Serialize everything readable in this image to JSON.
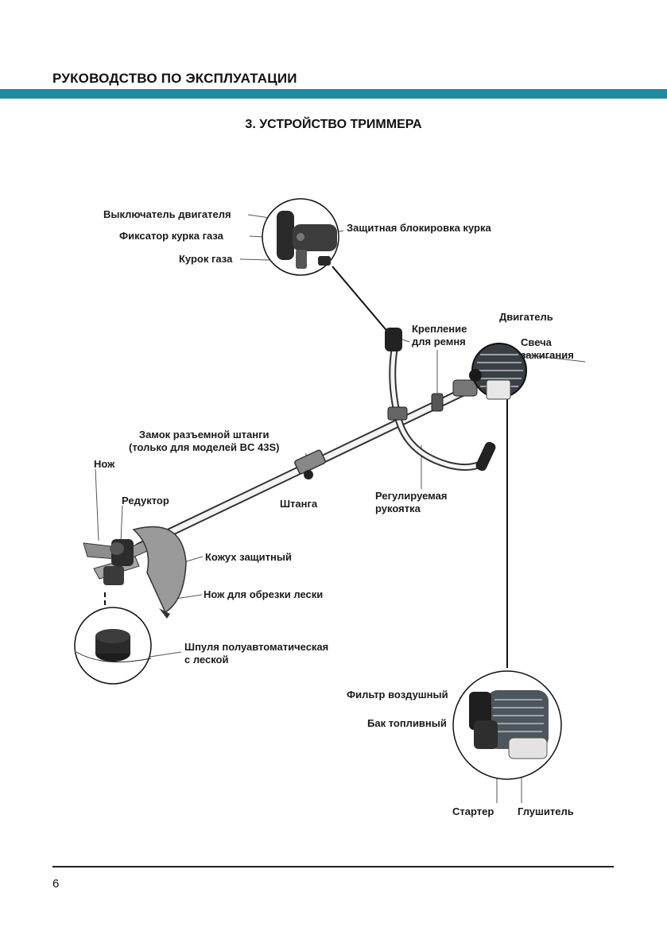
{
  "header": {
    "title": "РУКОВОДСТВО ПО ЭКСПЛУАТАЦИИ"
  },
  "section": {
    "title": "3. УСТРОЙСТВО ТРИММЕРА"
  },
  "labels": {
    "engine_switch": "Выключатель двигателя",
    "throttle_lock": "Фиксатор курка газа",
    "throttle_trigger": "Курок газа",
    "trigger_safety": "Защитная блокировка курка",
    "strap_mount_l1": "Крепление",
    "strap_mount_l2": "для ремня",
    "engine": "Двигатель",
    "spark_plug_l1": "Свеча",
    "spark_plug_l2": "зажигания",
    "shaft_lock_l1": "Замок разъемной штанги",
    "shaft_lock_l2": "(только для моделей BC 43S)",
    "blade": "Нож",
    "gearbox": "Редуктор",
    "shaft": "Штанга",
    "adjustable_handle_l1": "Регулируемая",
    "adjustable_handle_l2": "рукоятка",
    "guard": "Кожух защитный",
    "line_cutter": "Нож для обрезки лески",
    "spool_l1": "Шпуля полуавтоматическая",
    "spool_l2": "с леской",
    "air_filter": "Фильтр воздушный",
    "fuel_tank": "Бак топливный",
    "starter": "Стартер",
    "muffler": "Глушитель"
  },
  "footer": {
    "page_number": "6"
  }
}
